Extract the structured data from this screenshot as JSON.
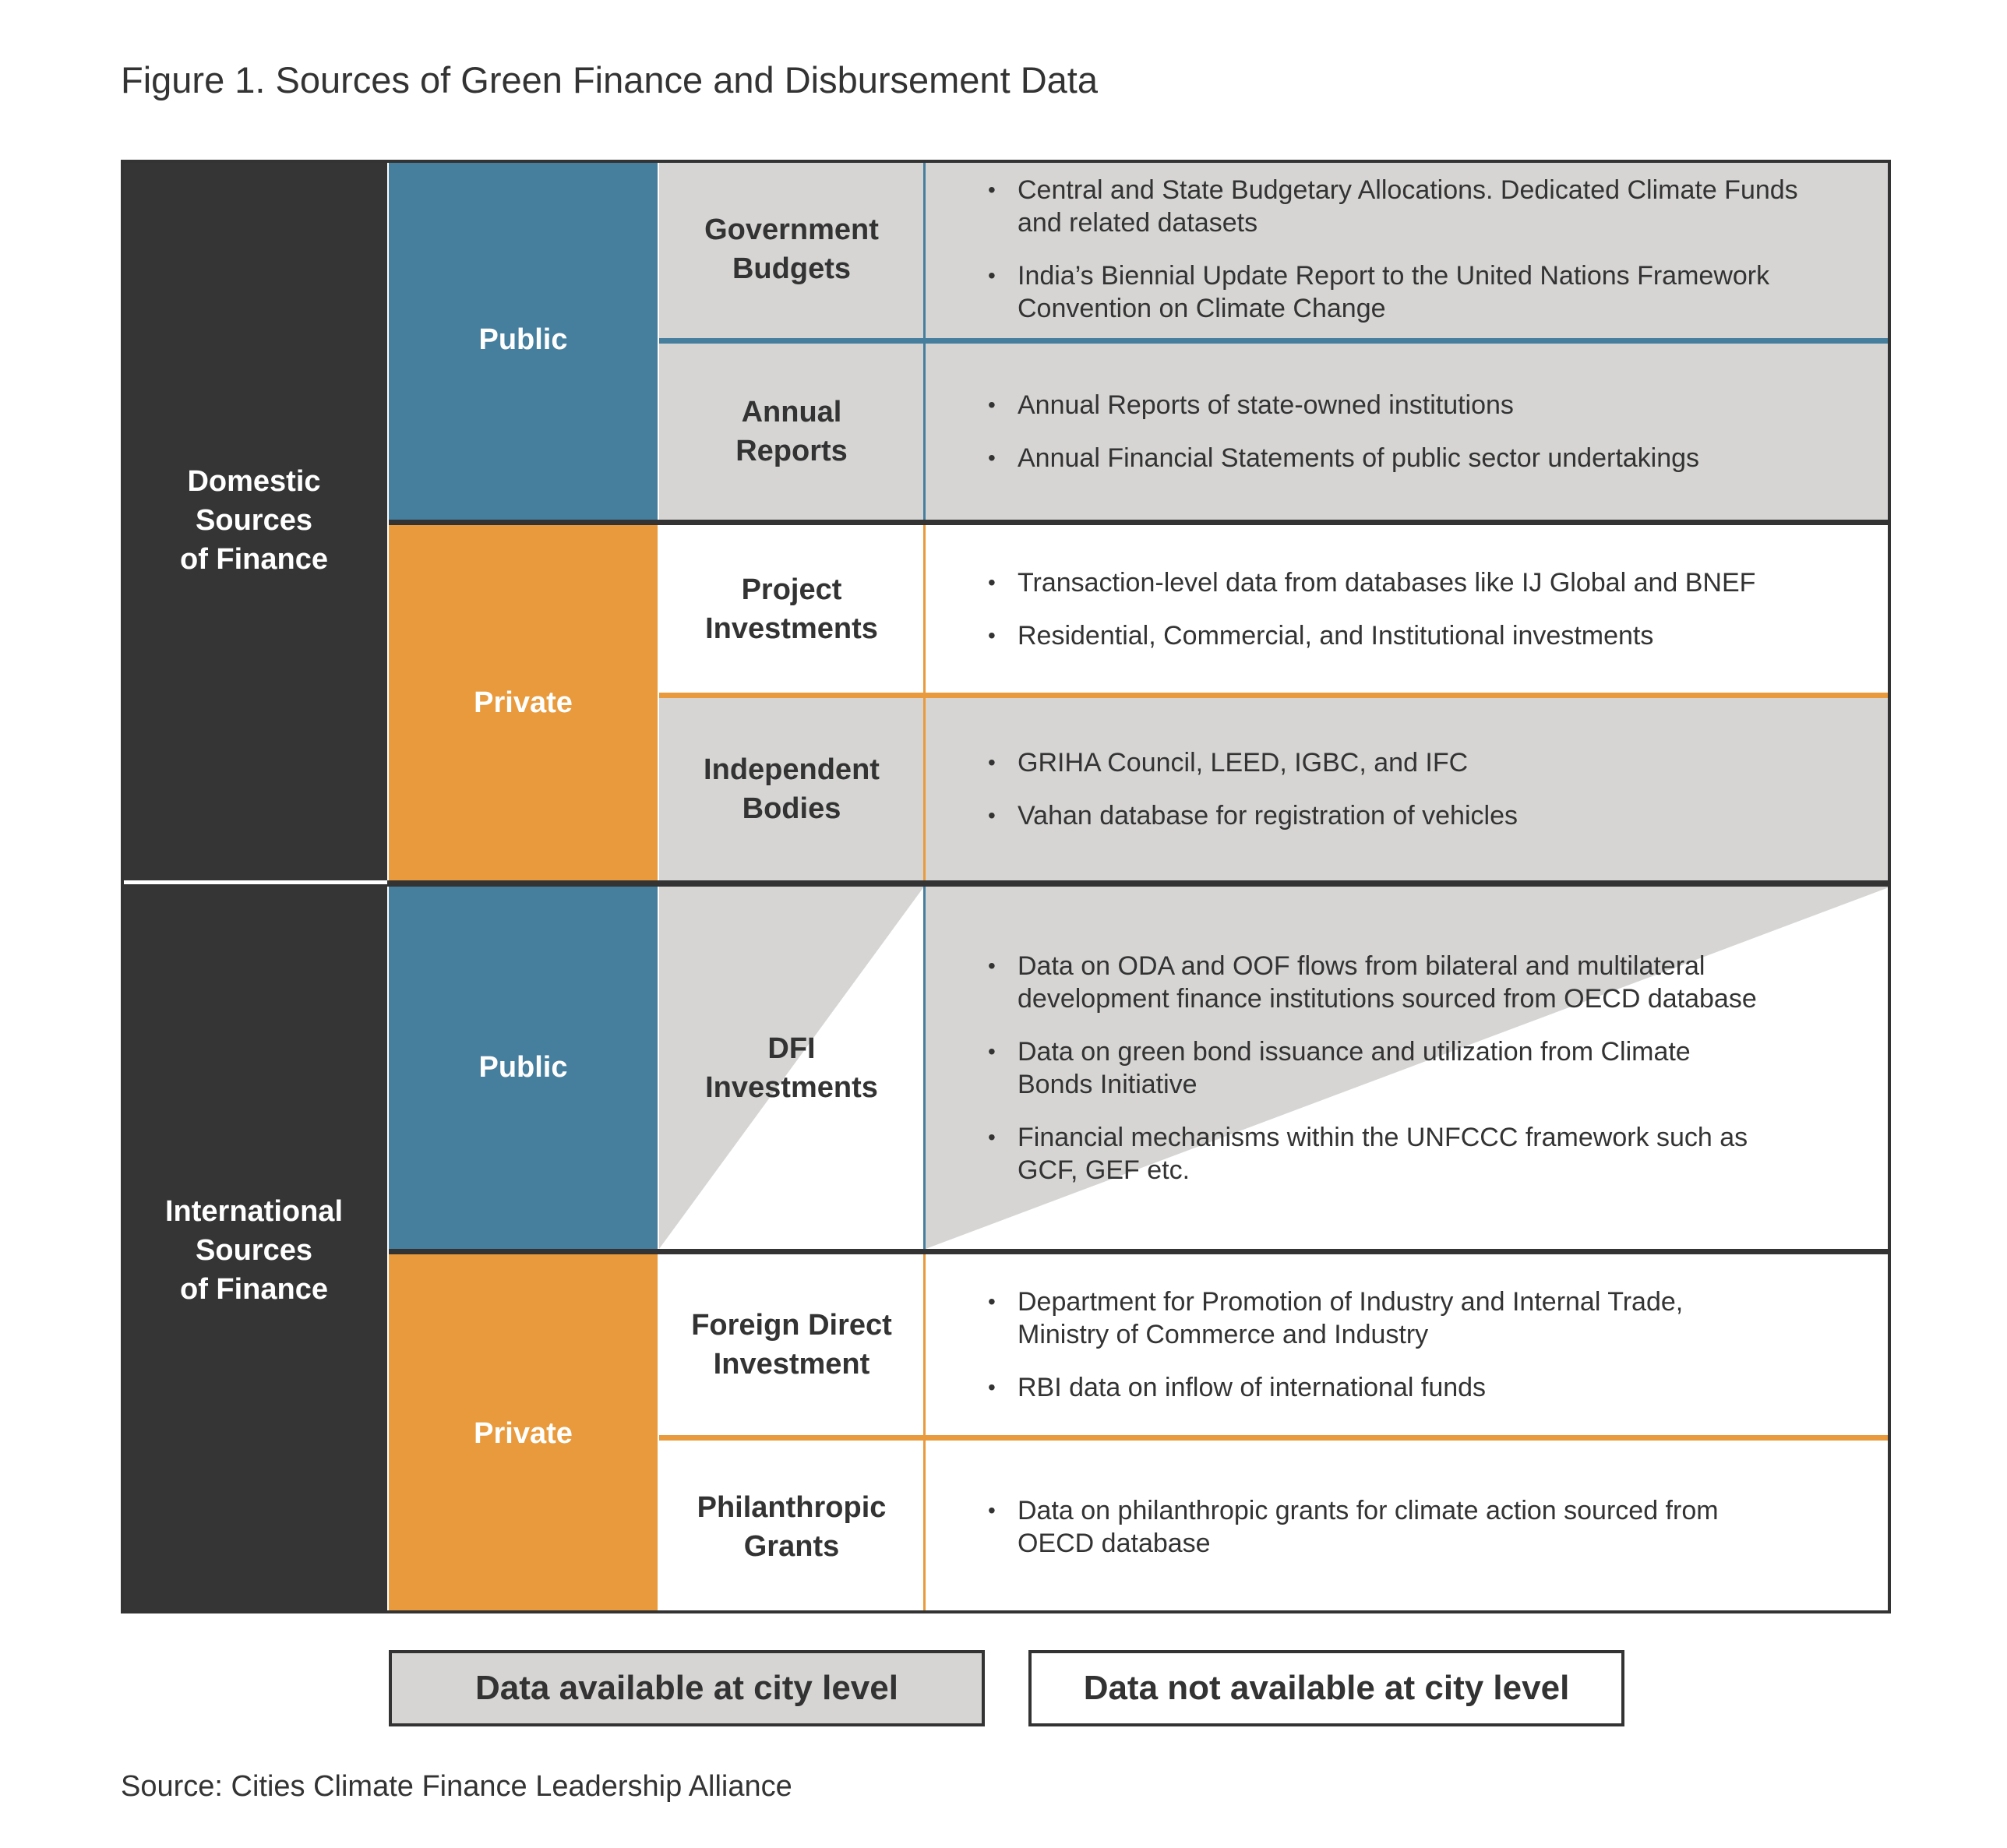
{
  "title": "Figure 1. Sources of Green Finance and Disbursement Data",
  "categories": [
    {
      "label": "Domestic\nSources\nof Finance"
    },
    {
      "label": "International\nSources\nof Finance"
    }
  ],
  "subgroups": [
    {
      "label": "Public",
      "color": "#467e9e"
    },
    {
      "label": "Private",
      "color": "#e89a3c"
    },
    {
      "label": "Public",
      "color": "#467e9e"
    },
    {
      "label": "Private",
      "color": "#e89a3c"
    }
  ],
  "rows": [
    {
      "source": "Government\nBudgets",
      "availability": "available",
      "bullets": [
        "Central and State Budgetary Allocations. Dedicated Climate Funds\n and related datasets",
        "India’s Biennial Update Report to the United Nations Framework\n Convention on Climate Change"
      ]
    },
    {
      "source": "Annual\nReports",
      "availability": "available",
      "bullets": [
        "Annual Reports of state-owned institutions",
        "Annual Financial Statements of public sector undertakings"
      ]
    },
    {
      "source": "Project\nInvestments",
      "availability": "not available",
      "bullets": [
        "Transaction-level data from databases like IJ Global and BNEF",
        "Residential, Commercial, and Institutional investments"
      ]
    },
    {
      "source": "Independent\nBodies",
      "availability": "available",
      "bullets": [
        "GRIHA Council, LEED, IGBC, and IFC",
        "Vahan database for registration of vehicles"
      ]
    },
    {
      "source": "DFI\nInvestments",
      "availability": "partial",
      "bullets": [
        "Data on ODA and OOF flows from bilateral and multilateral\n development finance institutions sourced from OECD database",
        "Data on green bond issuance and utilization from Climate\n Bonds Initiative",
        "Financial mechanisms within the UNFCCC framework such as\n GCF, GEF etc."
      ]
    },
    {
      "source": "Foreign Direct\nInvestment",
      "availability": "not available",
      "bullets": [
        "Department for Promotion of Industry and Internal Trade,\n Ministry of Commerce and Industry",
        "RBI data on inflow of international funds"
      ]
    },
    {
      "source": "Philanthropic\nGrants",
      "availability": "not available",
      "bullets": [
        "Data on philanthropic grants for climate action sourced from\n OECD database"
      ]
    }
  ],
  "legend": {
    "available": "Data available at city level",
    "not_available": "Data not available at city level",
    "available_color": "#d6d5d4",
    "not_available_color": "#ffffff"
  },
  "source_note": "Source: Cities Climate Finance Leadership Alliance"
}
